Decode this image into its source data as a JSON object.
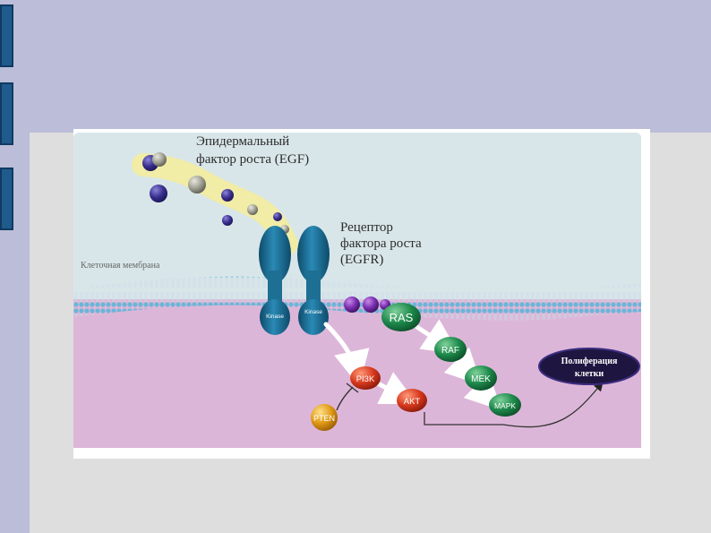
{
  "slide": {
    "colors": {
      "header": "#bcbdd8",
      "body": "#dedede",
      "accent": "#1f5b8c"
    }
  },
  "diagram": {
    "labels": {
      "egf_line1": "Эпидермальный",
      "egf_line2": "фактор роста (EGF)",
      "egfr_line1": "Рецептор",
      "egfr_line2": "фактора роста",
      "egfr_line3": "(EGFR)",
      "membrane": "Клеточная мембрана",
      "kinase_left": "Kinase",
      "kinase_right": "Kinase",
      "outcome_line1": "Полиферация",
      "outcome_line2": "клетки"
    },
    "nodes": {
      "ras": "RAS",
      "raf": "RAF",
      "mek": "MEK",
      "mapk": "MAPK",
      "pi3k": "PI3K",
      "akt": "AKT",
      "pten": "PTEN"
    },
    "colors": {
      "extracellular": "#d9e6e9",
      "cytoplasm": "#dcb6d8",
      "receptor": "#1d6f93",
      "green_node": "#1e8a4c",
      "red_node": "#d83a1e",
      "pten_node": "#e19a16",
      "egf_halo": "#f5ec9a",
      "purple_sphere": "#4a3a9a",
      "outcome_fill": "#1e1640"
    }
  }
}
